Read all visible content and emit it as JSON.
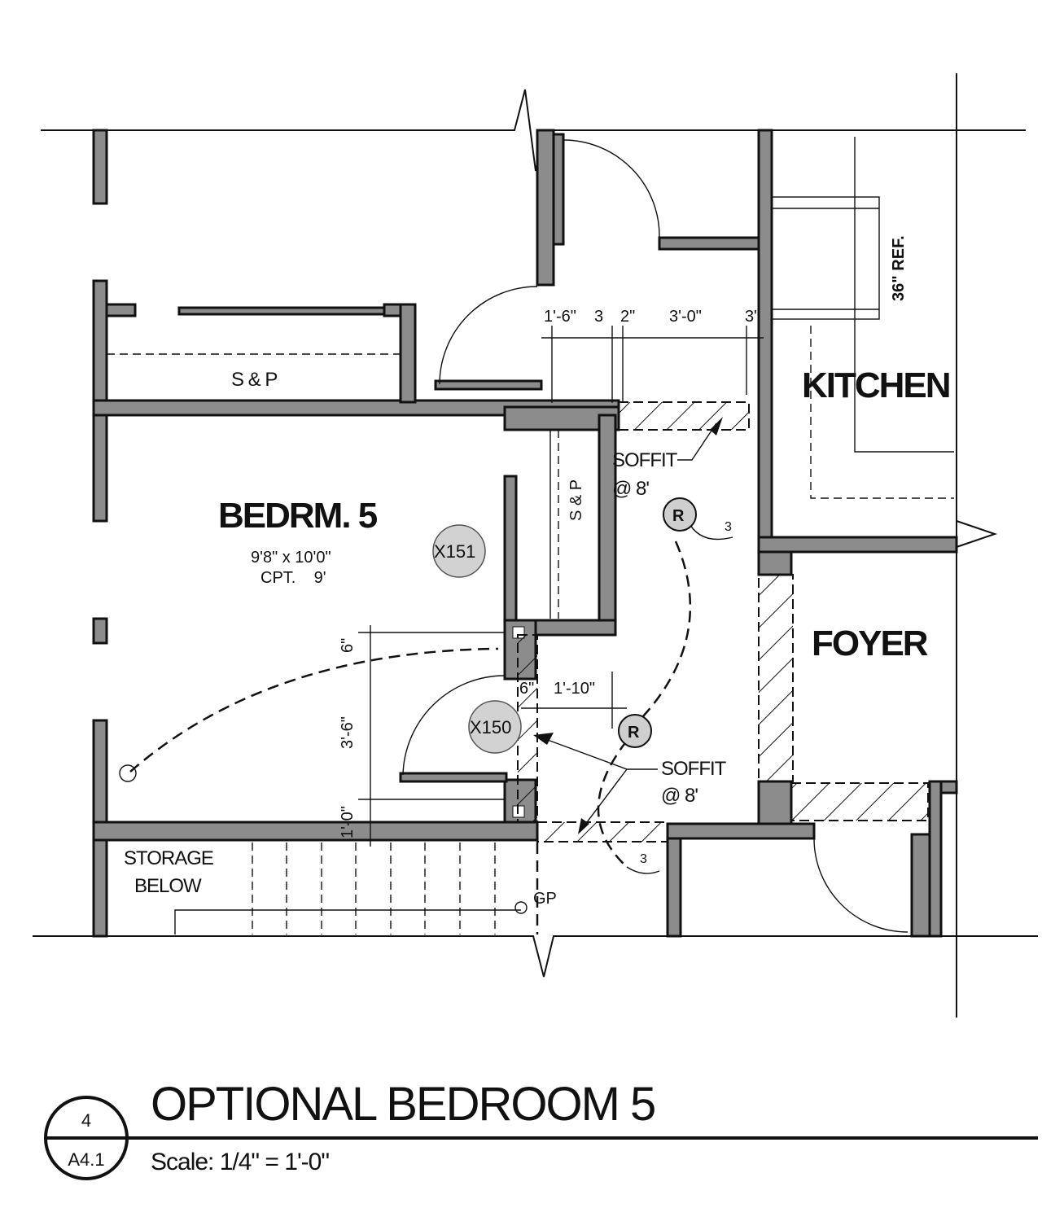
{
  "rooms": {
    "bedroom": "BEDRM. 5",
    "bedroom_size": "9'8\" x 10'0\"",
    "bedroom_floor": "CPT.    9'",
    "kitchen": "KITCHEN",
    "foyer": "FOYER",
    "storage_line1": "STORAGE",
    "storage_line2": "BELOW"
  },
  "labels": {
    "shelf_pole_1": "S & P",
    "shelf_pole_2": "S & P",
    "refrigerator": "36\" REF.",
    "soffit_1_line1": "SOFFIT",
    "soffit_1_line2": "@ 8'",
    "soffit_2_line1": "SOFFIT",
    "soffit_2_line2": "@ 8'",
    "tag_1": "X151",
    "tag_2": "X150",
    "switch_3a": "3",
    "switch_3b": "3",
    "receptacle_1": "R",
    "receptacle_2": "R",
    "gp": "GP"
  },
  "dimensions": {
    "d1": "1'-6\"",
    "d2": "3",
    "d3": "2\"",
    "d4": "3'-0\"",
    "d5": "3\"",
    "d6": "6\"",
    "d7": "3'-6\"",
    "d8": "1'-0\"",
    "d9": "6\"",
    "d10": "1'-10\""
  },
  "title_block": {
    "detail_number": "4",
    "sheet": "A4.1",
    "title": "OPTIONAL BEDROOM 5",
    "scale": "Scale: 1/4\" = 1'-0\""
  }
}
